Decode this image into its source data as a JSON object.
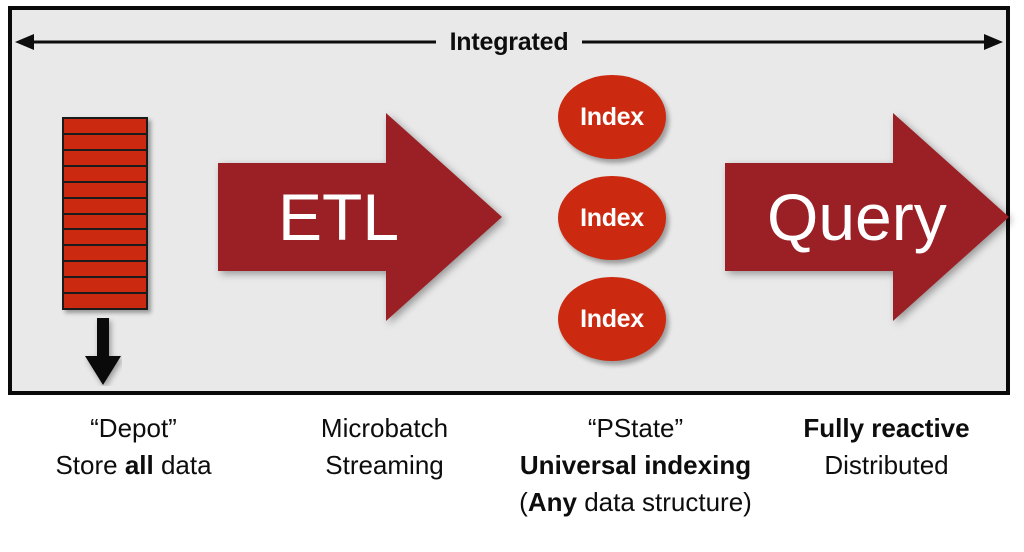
{
  "diagram": {
    "title_arrow": {
      "label": "Integrated",
      "icon_left": "arrow-left-head",
      "icon_right": "arrow-right-head"
    },
    "panel": {
      "background_color": "#e9e9e9",
      "border_color": "#0a0a0a"
    },
    "colors": {
      "bright_red": "#cc2a10",
      "dark_red": "#9b2026",
      "black": "#0d0d0d",
      "white": "#ffffff",
      "panel_gray": "#e9e9e9"
    },
    "depot": {
      "name": "depot-stack",
      "segments": 12,
      "fill_color": "#cc2a10",
      "stroke_color": "#1b1b1b",
      "down_arrow_icon": "arrow-down-icon"
    },
    "arrows": [
      {
        "id": "etl",
        "label": "ETL",
        "color": "#9b2026",
        "direction": "right"
      },
      {
        "id": "query",
        "label": "Query",
        "color": "#9b2026",
        "direction": "right"
      }
    ],
    "indexes": [
      {
        "label": "Index"
      },
      {
        "label": "Index"
      },
      {
        "label": "Index"
      }
    ],
    "captions": [
      {
        "id": "depot",
        "lines": [
          [
            {
              "text": "“Depot”",
              "bold": false
            }
          ],
          [
            {
              "text": "Store ",
              "bold": false
            },
            {
              "text": "all",
              "bold": true
            },
            {
              "text": " data",
              "bold": false
            }
          ]
        ]
      },
      {
        "id": "etl",
        "lines": [
          [
            {
              "text": "Microbatch",
              "bold": false
            }
          ],
          [
            {
              "text": "Streaming",
              "bold": false
            }
          ]
        ]
      },
      {
        "id": "pstate",
        "lines": [
          [
            {
              "text": "“PState”",
              "bold": false
            }
          ],
          [
            {
              "text": "Universal indexing",
              "bold": true
            }
          ],
          [
            {
              "text": "(",
              "bold": false
            },
            {
              "text": "Any",
              "bold": true
            },
            {
              "text": " data structure)",
              "bold": false
            }
          ]
        ]
      },
      {
        "id": "query",
        "lines": [
          [
            {
              "text": "Fully reactive",
              "bold": true
            }
          ],
          [
            {
              "text": "Distributed",
              "bold": false
            }
          ]
        ]
      }
    ]
  }
}
